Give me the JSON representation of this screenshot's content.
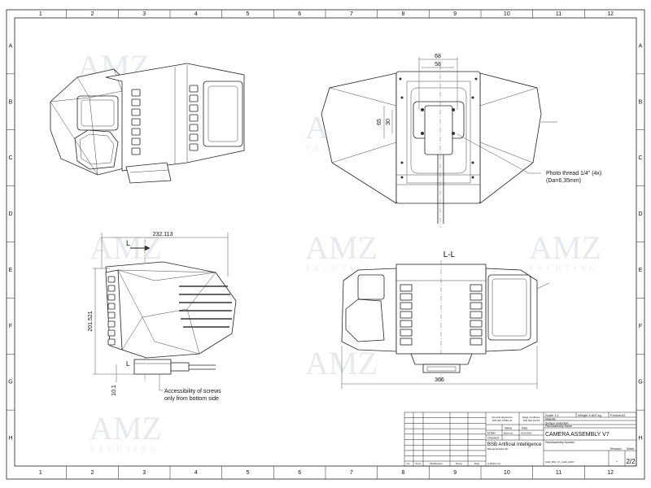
{
  "grid": {
    "columns": [
      "1",
      "2",
      "3",
      "4",
      "5",
      "6",
      "7",
      "8",
      "9",
      "10",
      "11",
      "12"
    ],
    "rows": [
      "A",
      "B",
      "C",
      "D",
      "E",
      "F",
      "G",
      "H"
    ]
  },
  "watermark": {
    "logo": "AMZ",
    "sub": "YACHTING"
  },
  "views": {
    "top": {
      "dim_68": "68",
      "dim_58": "58",
      "dim_65": "65",
      "dim_30": "30",
      "note_line1": "Photo thread 1/4\" (4x)",
      "note_line2": "(Da=6,35mm)"
    },
    "side": {
      "dim_width": "232.113",
      "dim_height": "201.521",
      "dim_base": "10.1",
      "section_mark": "L",
      "note_line1": "Accessibility of screws",
      "note_line2": "only from bottom side"
    },
    "front": {
      "section_title": "L-L",
      "dim_width": "366"
    }
  },
  "title_block": {
    "general_tolerances": "General tolerances",
    "general_tolerances_std": "DIN ISO 2768-mH",
    "edge_conditions": "Edge conditions",
    "edge_conditions_std": "DIN ISO 13715",
    "scale": "Scale 1:2",
    "weight": "Weight 5.820 kg",
    "format": "Format A2",
    "material": "Material",
    "surface": "Surface protection",
    "name_header": "Name",
    "date_header": "Date",
    "part_name_label": "Part/Assembly Name",
    "drawn_label": "Drawn",
    "drawn_name": "Bremeis",
    "drawn_date": "20210602",
    "checked_label": "Checked",
    "checked_name": "-",
    "checked_date": "-",
    "part_name": "CAMERA ASSEMBLY V7",
    "company": "BSB Artificial Intelligence",
    "address1": "Bismarckstraße 60",
    "address2": "A-8232 Linz",
    "part_number_label": "Part/Assembly Number",
    "part_number": "CAD_RM_V7_CAM_ASSY",
    "revision_label": "Revision",
    "revision": "-",
    "sheet_label": "Sheet",
    "sheet": "2/2",
    "rev_headers": [
      "No.",
      "Zone",
      "Modification",
      "Name",
      "Date"
    ]
  }
}
